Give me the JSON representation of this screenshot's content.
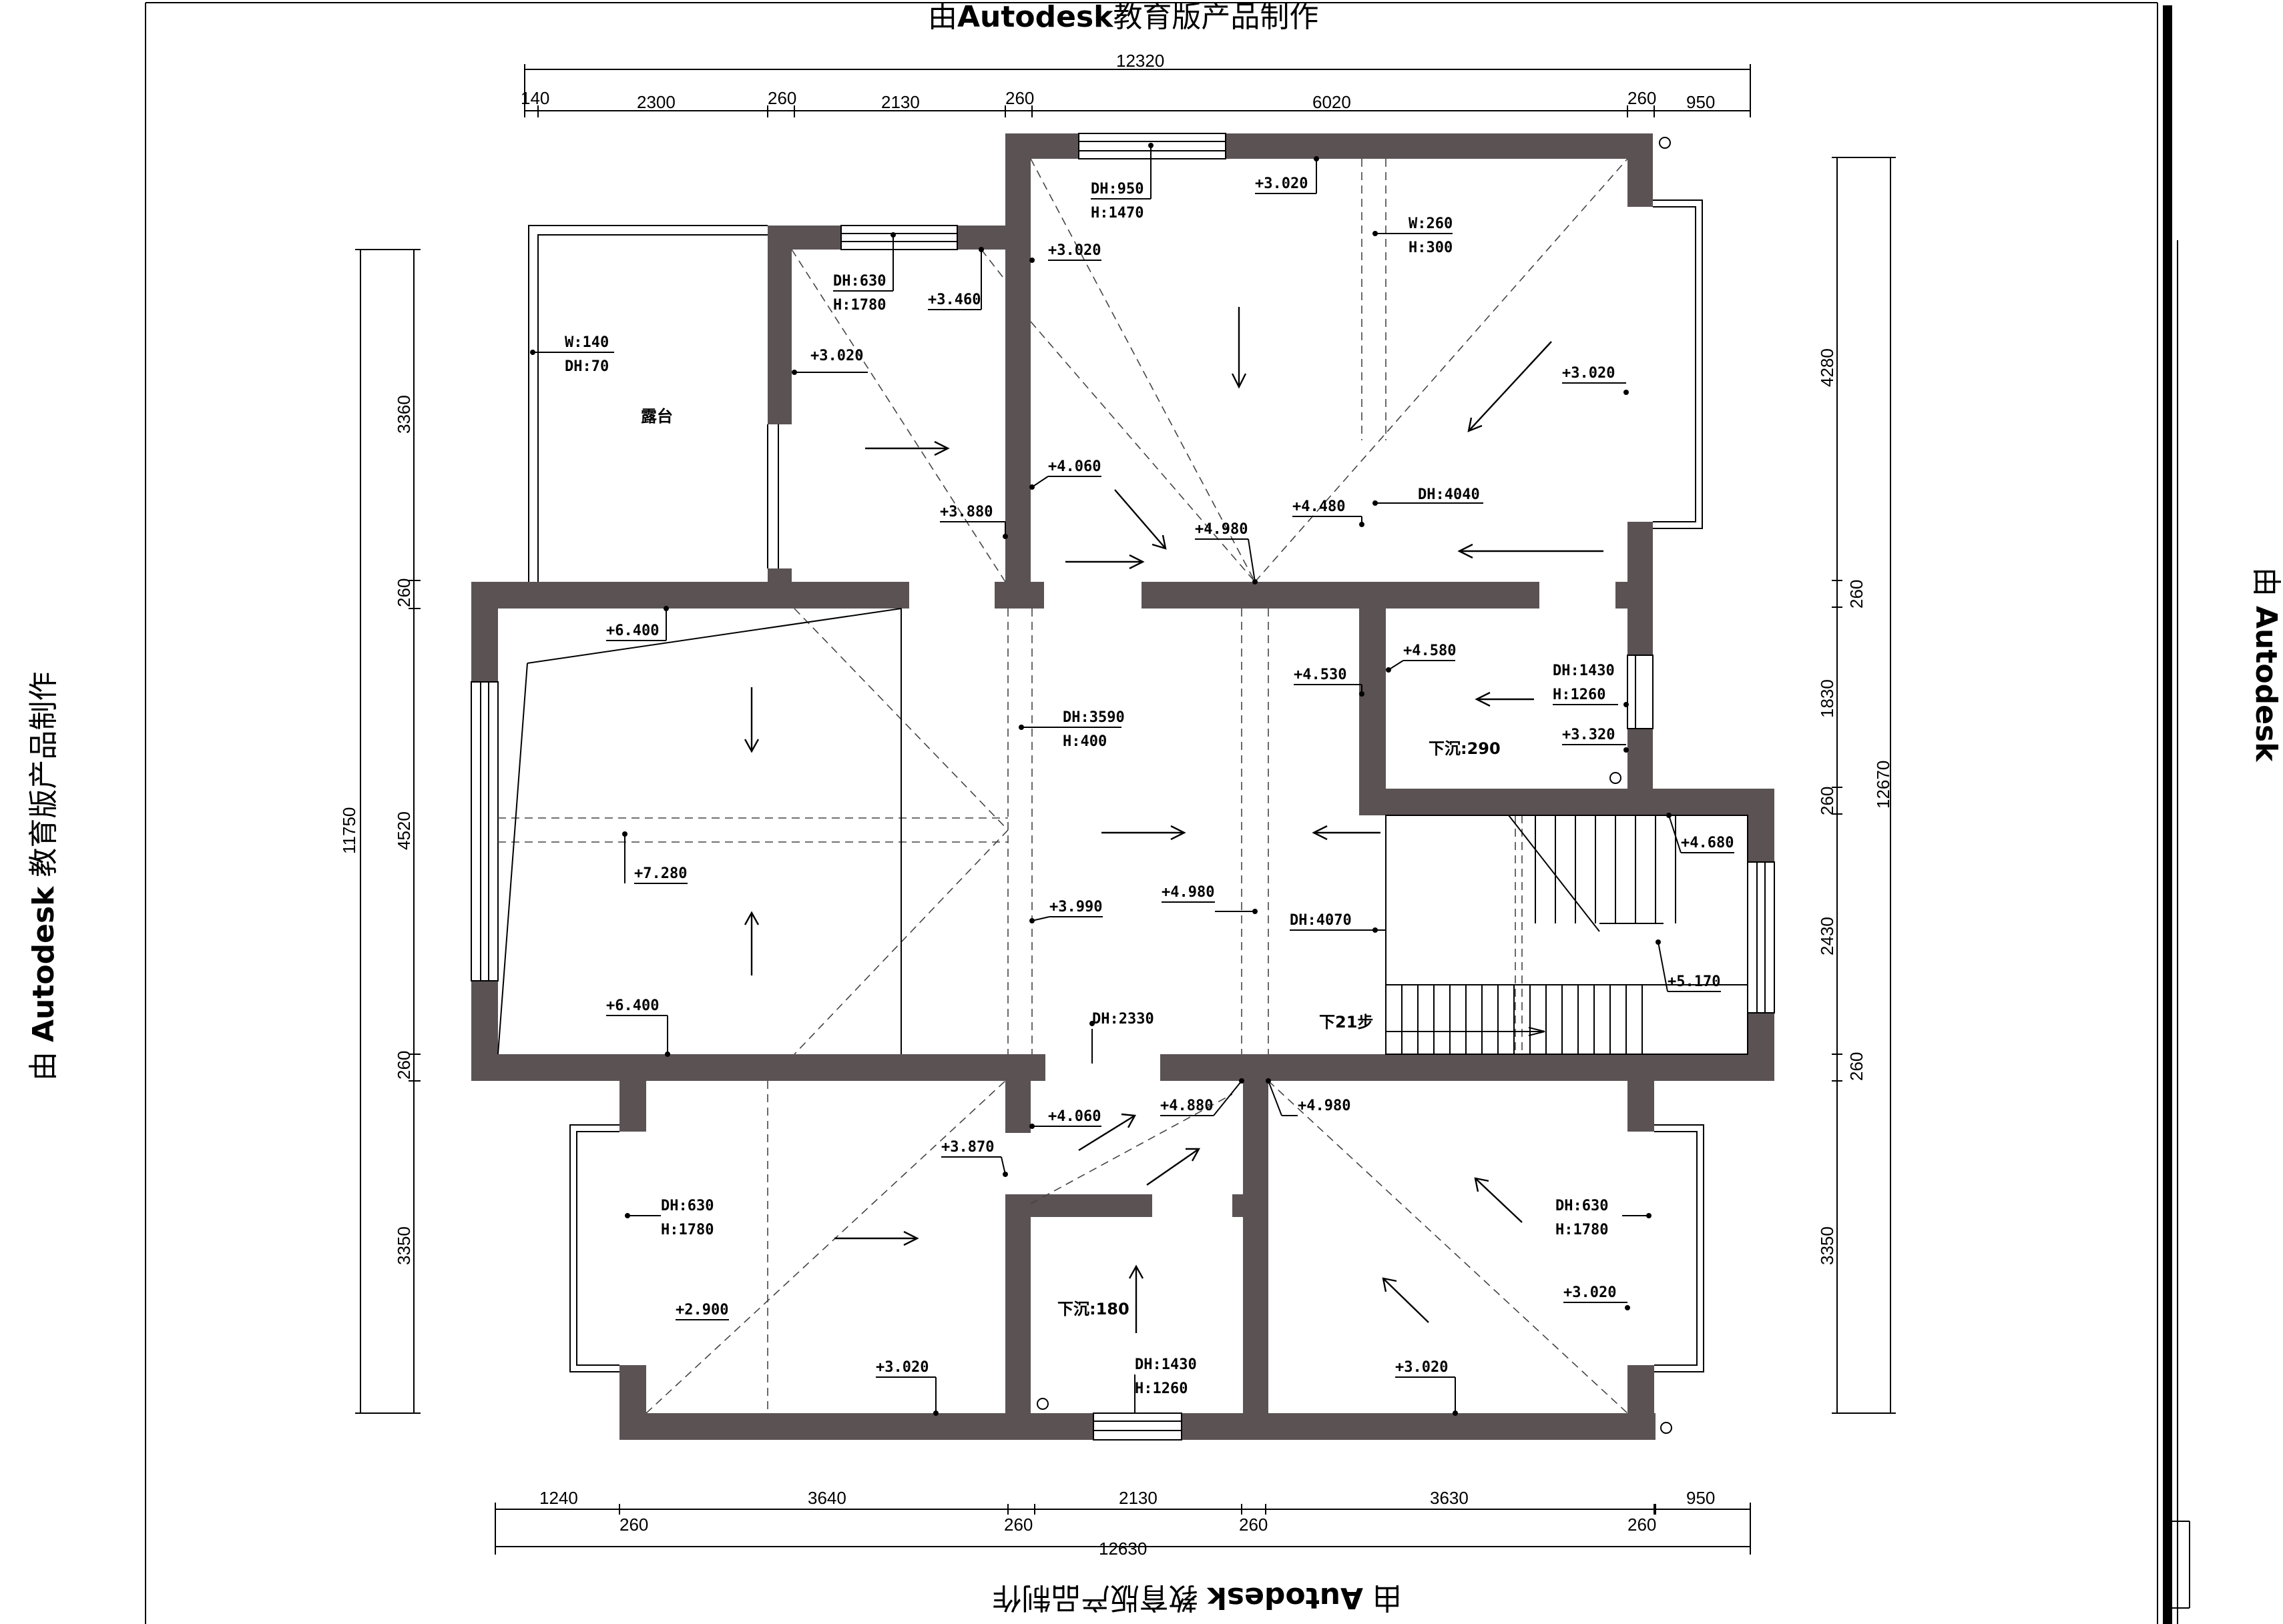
{
  "watermark": {
    "prefix": "由",
    "brand": "Autodesk",
    "suffix": "教育版产品制作"
  },
  "dims_top": {
    "total": "12320",
    "segments": [
      "140",
      "2300",
      "260",
      "2130",
      "260",
      "6020",
      "260",
      "950"
    ]
  },
  "dims_bottom": {
    "total": "12630",
    "upper": [
      "1240",
      "3640",
      "2130",
      "3630",
      "950"
    ],
    "lower": [
      "260",
      "260",
      "260",
      "260"
    ]
  },
  "dims_left": {
    "total": "11750",
    "segments": [
      "3360",
      "260",
      "4520",
      "260",
      "3350"
    ]
  },
  "dims_right": {
    "total": "12670",
    "segments": [
      "4280",
      "260",
      "1830",
      "260",
      "2430",
      "260",
      "3350"
    ]
  },
  "rooms": {
    "terrace": "露台",
    "sink290": "下沉:290",
    "sink180": "下沉:180",
    "stairs": "下21步"
  },
  "labels": [
    "DH:950",
    "H:1470",
    "+3.020",
    "W:260",
    "H:300",
    "DH:630",
    "H:1780",
    "+3.460",
    "+3.020",
    "+3.020",
    "W:140",
    "DH:70",
    "+3.020",
    "+4.060",
    "+3.880",
    "+4.980",
    "+4.480",
    "DH:4040",
    "+6.400",
    "+4.530",
    "+4.580",
    "DH:1430",
    "H:1260",
    "+3.320",
    "DH:3590",
    "H:400",
    "+7.280",
    "+3.990",
    "+4.980",
    "DH:4070",
    "+4.680",
    "+5.170",
    "+6.400",
    "DH:2330",
    "+4.060",
    "+4.880",
    "+4.980",
    "+3.870",
    "DH:630",
    "H:1780",
    "+2.900",
    "+3.020",
    "DH:1430",
    "H:1260",
    "DH:630",
    "H:1780",
    "+3.020",
    "+3.020"
  ]
}
